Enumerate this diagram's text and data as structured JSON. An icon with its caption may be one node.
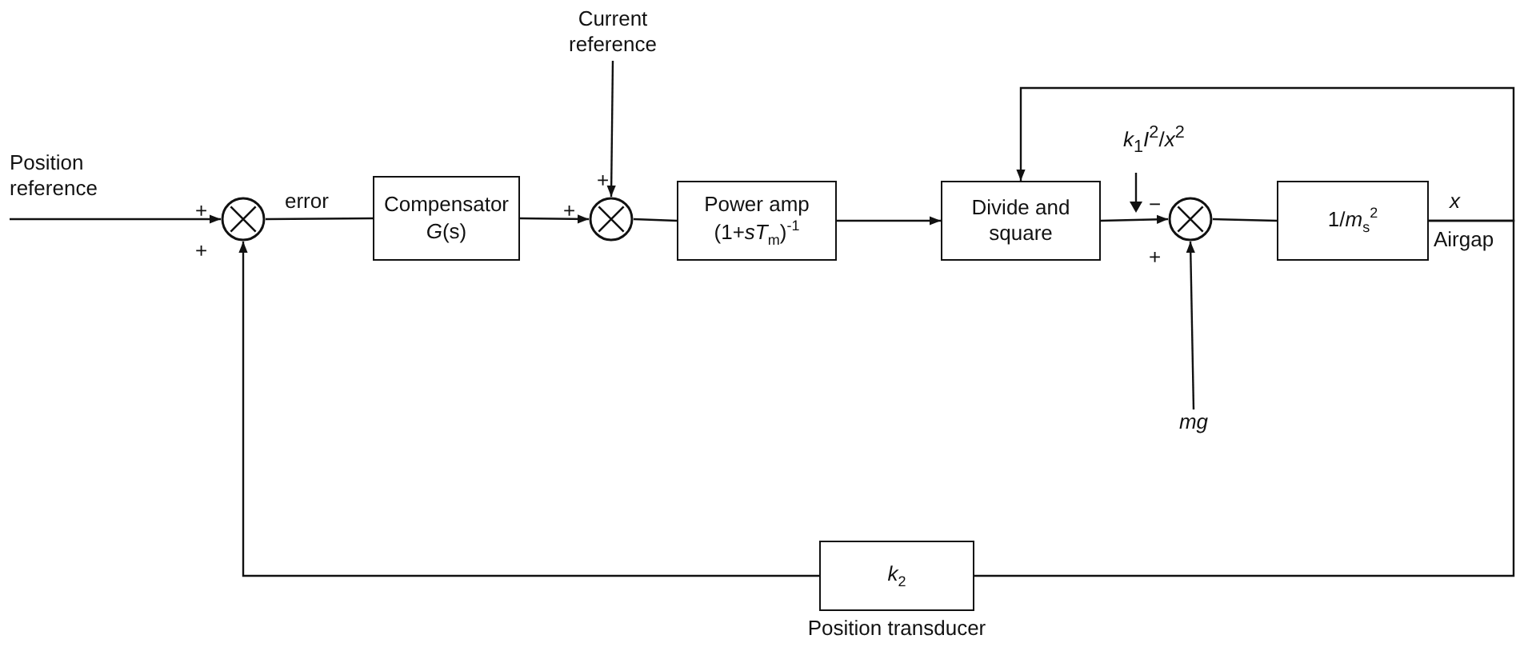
{
  "diagram": {
    "nodes": [
      {
        "text": [
          "Position reference"
        ]
      },
      {
        "text": [],
        "shape": "circle"
      },
      {
        "text": [
          "Compensator *G*(s)"
        ]
      },
      {
        "text": [
          "Current reference"
        ]
      },
      {
        "text": [],
        "shape": "circle"
      },
      {
        "text": [
          "Power amp (1+*sT*$_{m}$)$^{-1}$"
        ]
      },
      {
        "text": [
          "Divide and square"
        ]
      },
      {
        "text": [],
        "shape": "circle"
      },
      {
        "text": [
          "1/*m*$_{s}$$^{2}$"
        ]
      },
      {
        "text": [
          "*mg*"
        ]
      },
      {
        "text": [
          "*k*$_{2}$"
        ],
        "beside": [
          "Position transducer"
        ]
      }
    ],
    "edges": [
      {
        "from": 0,
        "to": 1,
        "arrow": "to"
      },
      {
        "from": 1,
        "to": 2,
        "arrow": "none",
        "label": "error"
      },
      {
        "from": 2,
        "to": 4,
        "arrow": "to"
      },
      {
        "from": 3,
        "to": 4,
        "arrow": "to"
      },
      {
        "from": 4,
        "to": 5,
        "arrow": "none"
      },
      {
        "from": 5,
        "to": 6,
        "arrow": "to"
      },
      {
        "from": 6,
        "to": 7,
        "arrow": "to",
        "label": "*k*$_{1}$*I*$^{2}$/*x*$^{2}$"
      },
      {
        "from": 9,
        "to": 7,
        "arrow": "to"
      },
      {
        "from": 7,
        "to": 8,
        "arrow": "none"
      },
      {
        "from": 8,
        "to": 6,
        "arrow": "to"
      },
      {
        "from": 8,
        "to": 10,
        "arrow": "none"
      },
      {
        "from": 10,
        "to": 1,
        "arrow": "to"
      }
    ],
    "labels": [
      "+",
      "+",
      "+",
      "+",
      "−",
      "+",
      "*x*",
      "Airgap"
    ]
  }
}
